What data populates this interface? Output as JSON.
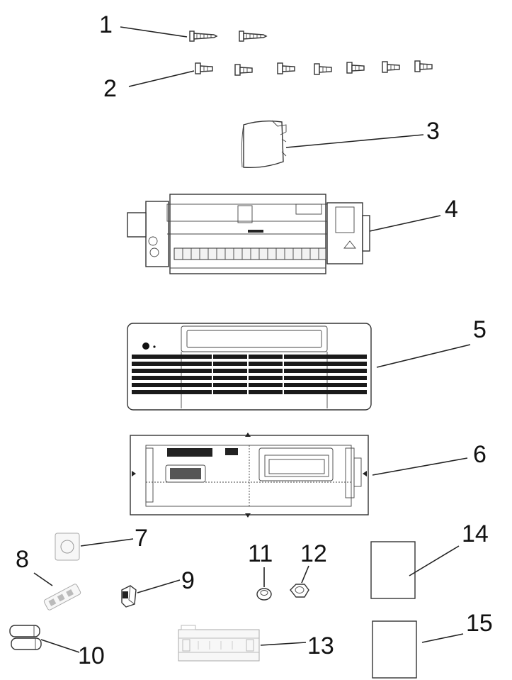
{
  "callouts": [
    {
      "id": 1,
      "label": "1",
      "part": "screw-long"
    },
    {
      "id": 2,
      "label": "2",
      "part": "screw-short"
    },
    {
      "id": 3,
      "label": "3",
      "part": "control-box-cover"
    },
    {
      "id": 4,
      "label": "4",
      "part": "indoor-unit-chassis"
    },
    {
      "id": 5,
      "label": "5",
      "part": "front-grille-panel"
    },
    {
      "id": 6,
      "label": "6",
      "part": "rear-mounting-panel"
    },
    {
      "id": 7,
      "label": "7",
      "part": "gasket"
    },
    {
      "id": 8,
      "label": "8",
      "part": "clip-strip"
    },
    {
      "id": 9,
      "label": "9",
      "part": "sensor-holder"
    },
    {
      "id": 10,
      "label": "10",
      "part": "batteries"
    },
    {
      "id": 11,
      "label": "11",
      "part": "nut-small"
    },
    {
      "id": 12,
      "label": "12",
      "part": "nut-large"
    },
    {
      "id": 13,
      "label": "13",
      "part": "drain-tray"
    },
    {
      "id": 14,
      "label": "14",
      "part": "manual-sheet"
    },
    {
      "id": 15,
      "label": "15",
      "part": "manual-sheet"
    }
  ]
}
